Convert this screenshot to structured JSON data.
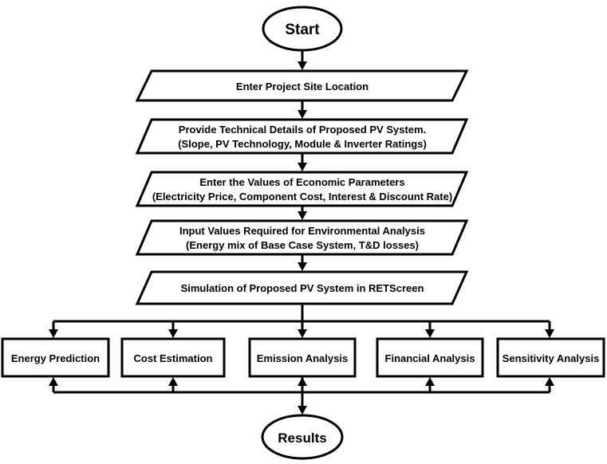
{
  "flowchart": {
    "start": "Start",
    "steps": [
      {
        "lines": [
          "Enter Project Site Location"
        ]
      },
      {
        "lines": [
          "Provide Technical Details of Proposed PV System.",
          "(Slope, PV Technology, Module & Inverter Ratings)"
        ]
      },
      {
        "lines": [
          "Enter the Values of Economic Parameters",
          "(Electricity Price, Component Cost, Interest & Discount Rate)"
        ]
      },
      {
        "lines": [
          "Input Values Required for Environmental Analysis",
          "(Energy mix of Base Case System, T&D losses)"
        ]
      },
      {
        "lines": [
          "Simulation of Proposed PV System in RETScreen"
        ]
      }
    ],
    "analyses": [
      "Energy Prediction",
      "Cost Estimation",
      "Emission Analysis",
      "Financial Analysis",
      "Sensitivity Analysis"
    ],
    "end": "Results"
  }
}
